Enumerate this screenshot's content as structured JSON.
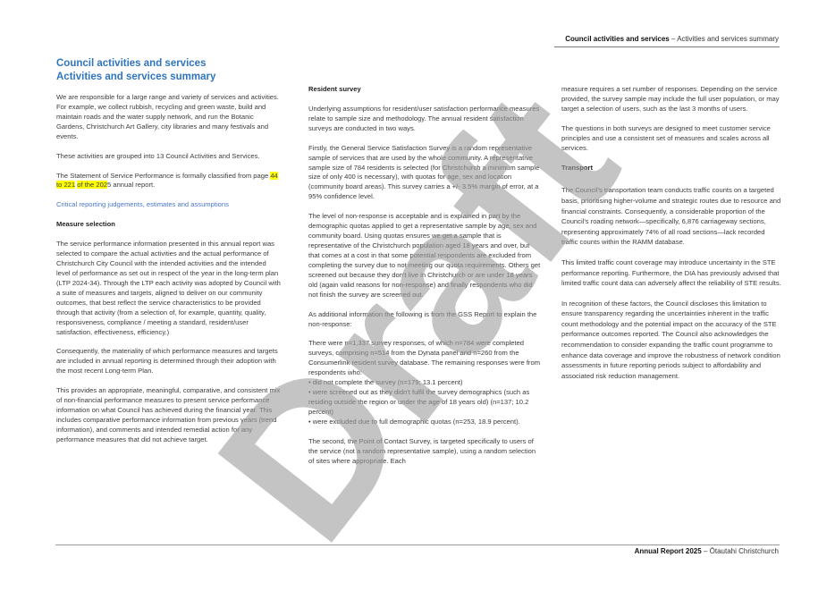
{
  "header": {
    "section": "Council activities and services",
    "separator": " – ",
    "subsection": "Activities and services summary"
  },
  "footer": {
    "report": "Annual Report 2025",
    "separator": " – ",
    "place": "Ōtautahi Christchurch"
  },
  "title": {
    "line1": "Council activities and services",
    "line2": "Activities and services summary"
  },
  "watermark": "Draft",
  "col1": {
    "intro": "We are responsible for a large range and variety of services and activities. For example, we collect rubbish, recycling and green waste, build and maintain roads and the water supply network, and run the Botanic Gardens, Christchurch Art Gallery, city libraries and many festivals and events.",
    "grouped": "These activities are grouped into 13 Council Activities and Services.",
    "ssp_before": "The Statement of Service Performance is formally classified from page ",
    "ssp_highlight1": "44 to 221",
    "ssp_middle": " ",
    "ssp_highlight2": "of the 202",
    "ssp_after": "5 annual report.",
    "link": "Critical reporting judgements, estimates and assumptions",
    "measure_heading": "Measure selection",
    "measure_p1": "The service performance information presented in this annual report was selected to compare the actual activities and the actual performance of Christchurch City Council with the intended activities and the intended level of performance as set out in respect of the year in the long-term plan (LTP 2024-34). Through the LTP each activity was adopted by Council with a suite of measures and targets, aligned to deliver on our community outcomes, that best reflect the service characteristics to be provided through that activity (from a selection of, for example, quantity, quality, responsiveness, compliance / meeting a standard, resident/user satisfaction, effectiveness, efficiency.)",
    "measure_p2": "Consequently, the materiality of which performance measures and targets are included in annual reporting is determined through their adoption with the most recent Long-term Plan.",
    "measure_p3": "This provides an appropriate, meaningful, comparative, and consistent mix of non-financial performance measures to present service performance information on what Council has achieved during the financial year. This includes comparative performance information from previous years (trend information), and comments and intended remedial action for any performance measures that did not achieve target."
  },
  "col2": {
    "heading": "Resident survey",
    "p1": "Underlying assumptions for resident/user satisfaction performance measures relate to sample size and methodology. The annual resident satisfaction surveys are conducted in two ways.",
    "p2": "Firstly, the General Service Satisfaction Survey is a random representative sample of services that are used by the whole community. A representative sample size of 784 residents is selected (for Christchurch a minimum sample size of only 400 is necessary), with quotas for age, sex and location (community board areas). This survey carries a +/- 3.5% margin of error, at a 95% confidence level.",
    "p3": "The level of non-response is acceptable and is explained in part by the demographic quotas applied to get a representative sample by age, sex and community board.  Using quotas ensures we get a sample that is representative of the Christchurch population aged 18 years and over, but that comes at a cost in that some potential respondents are excluded from completing the survey due to not meeting our quota requirements.  Others get screened out because they don't live in Christchurch or are under 18 years old (again valid reasons for non-response) and finally respondents who did not finish the survey are screened out.",
    "p4": "As additional information the following is from the GSS Report to explain the non-response:",
    "p5": "There were n=1,337 survey responses, of which n=784 were completed surveys, comprising n=514 from the Dynata panel and n=260 from the Consumerlink resident survey database. The remaining responses were from respondents who:",
    "bullets": [
      "• did not complete the survey (n=179; 13.1 percent)",
      "• were screened out as they didn't fulfil the survey demographics (such as residing outside the region or under the age of 18 years old) (n=137; 10.2 percent)",
      "• were excluded due to full demographic quotas (n=253, 18.9 percent)."
    ],
    "p6": "The second, the Point of Contact Survey, is targeted specifically to users of the service (not a random representative sample), using a random selection of sites where appropriate. Each"
  },
  "col3": {
    "p1": "measure requires a set number of responses. Depending on the service provided, the survey sample may include the full user population, or may target a selection of users, such as the last 3 months of users.",
    "p2": "The questions in both surveys are designed to meet customer service principles and use a consistent set of measures and scales across all services.",
    "transport_heading": "Transport",
    "t1": "The Council's transportation team conducts traffic counts on a targeted basis, prioritising higher-volume and strategic routes due to resource and financial constraints. Consequently, a con­siderable proportion of the Council's roading network—specifi­cally, 6,876 carriageway sections, representing approximately 74% of all road sections—lack recorded traffic counts within the RAMM database.",
    "t2": "This limited traffic count coverage may introduce uncertainty in the STE performance reporting. Furthermore, the DIA has previ­ously advised that limited traffic count data can adversely affect the reliability of STE results.",
    "t3": "In recognition of these factors, the Council discloses this limita­tion to ensure transparency regarding the uncertainties inherent in the traffic count methodology and the potential impact on the accuracy of the STE performance outcomes reported. The Coun­cil also acknowledges the recommendation to consider expand­ing the traffic count programme to enhance data coverage and improve the robustness of network condition assessments in fu­ture reporting periods subject to affordability and associated risk reduction management."
  }
}
